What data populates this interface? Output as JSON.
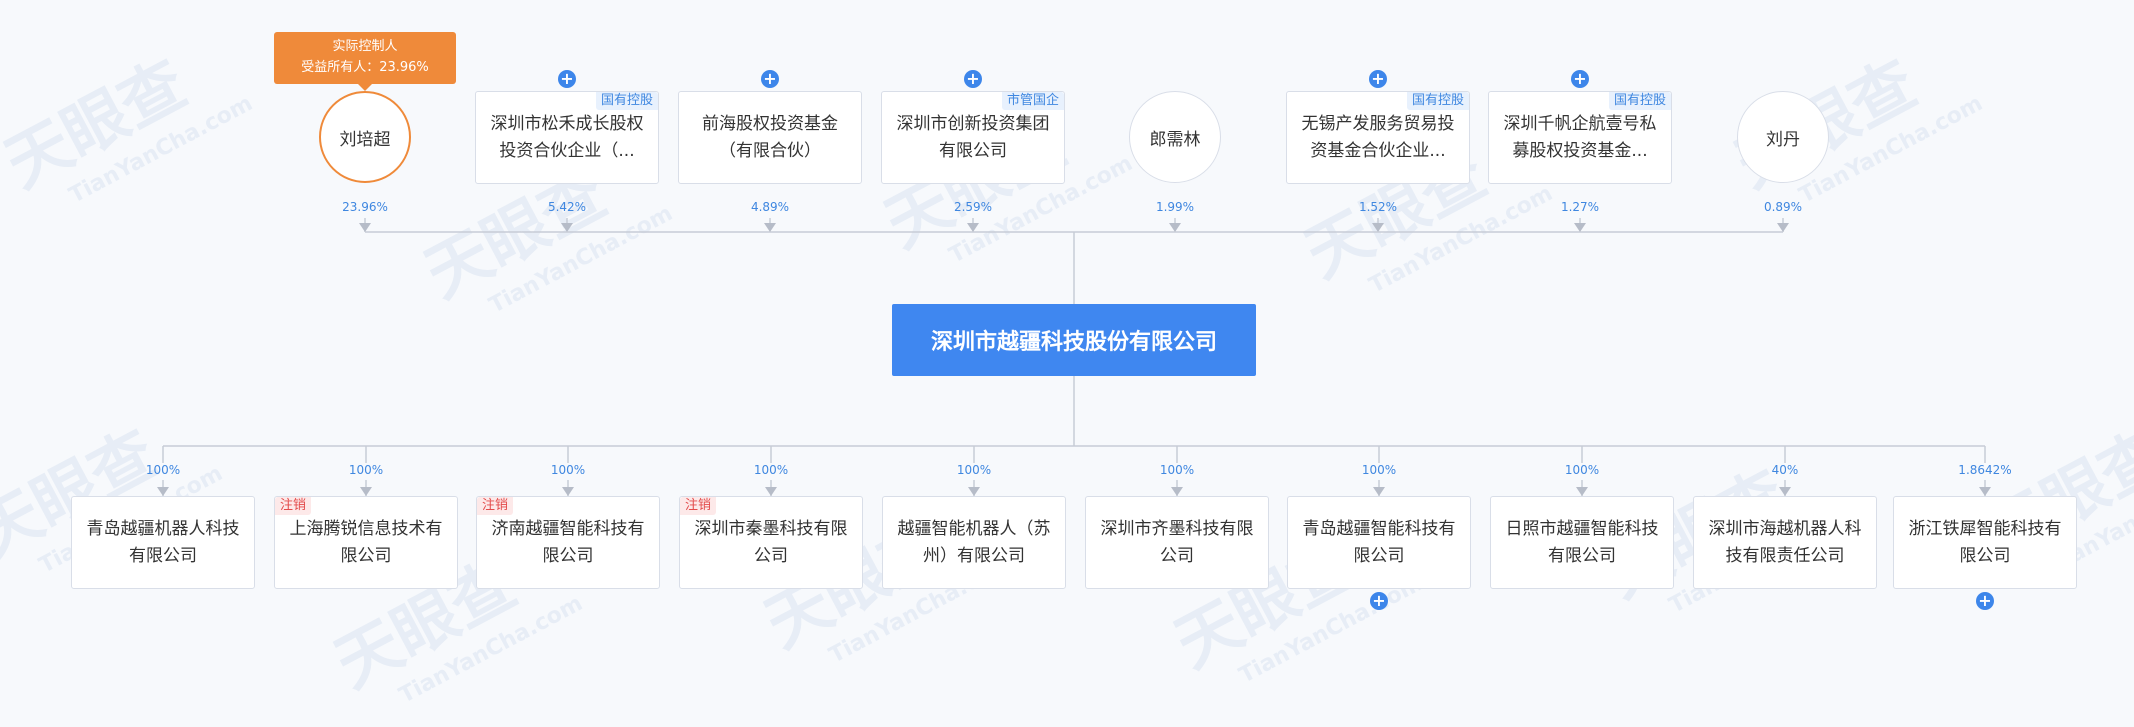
{
  "watermark": {
    "brand": "天眼查",
    "latin": "TianYanCha.com"
  },
  "controller_badge": {
    "line1": "实际控制人",
    "line2": "受益所有人：23.96%"
  },
  "company": {
    "name": "深圳市越疆科技股份有限公司"
  },
  "shareholders": [
    {
      "name": "刘培超",
      "kind": "person",
      "percent": "23.96%",
      "controller": true
    },
    {
      "name": "深圳市松禾成长股权投资合伙企业（...",
      "kind": "org",
      "tag": "国有控股",
      "percent": "5.42%",
      "expand": true
    },
    {
      "name": "前海股权投资基金（有限合伙）",
      "kind": "org",
      "percent": "4.89%",
      "expand": true
    },
    {
      "name": "深圳市创新投资集团有限公司",
      "kind": "org",
      "tag": "市管国企",
      "percent": "2.59%",
      "expand": true
    },
    {
      "name": "郎需林",
      "kind": "person",
      "percent": "1.99%"
    },
    {
      "name": "无锡产发服务贸易投资基金合伙企业...",
      "kind": "org",
      "tag": "国有控股",
      "percent": "1.52%",
      "expand": true
    },
    {
      "name": "深圳千帆企航壹号私募股权投资基金...",
      "kind": "org",
      "tag": "国有控股",
      "percent": "1.27%",
      "expand": true
    },
    {
      "name": "刘丹",
      "kind": "person",
      "percent": "0.89%"
    }
  ],
  "subsidiaries": [
    {
      "name": "青岛越疆机器人科技有限公司",
      "percent": "100%"
    },
    {
      "name": "上海腾锐信息技术有限公司",
      "percent": "100%",
      "status": "注销"
    },
    {
      "name": "济南越疆智能科技有限公司",
      "percent": "100%",
      "status": "注销"
    },
    {
      "name": "深圳市秦墨科技有限公司",
      "percent": "100%",
      "status": "注销"
    },
    {
      "name": "越疆智能机器人（苏州）有限公司",
      "percent": "100%"
    },
    {
      "name": "深圳市齐墨科技有限公司",
      "percent": "100%"
    },
    {
      "name": "青岛越疆智能科技有限公司",
      "percent": "100%",
      "expand": true
    },
    {
      "name": "日照市越疆智能科技有限公司",
      "percent": "100%"
    },
    {
      "name": "深圳市海越机器人科技有限责任公司",
      "percent": "40%"
    },
    {
      "name": "浙江铁犀智能科技有限公司",
      "percent": "1.8642%",
      "expand": true
    }
  ],
  "colors": {
    "accent": "#3f87f0",
    "controller": "#ef8a3a",
    "line": "#c7ccd6",
    "tag_state": "#3f87e0",
    "tag_cancel": "#e34b4b"
  },
  "icons": {
    "expand": "plus-circle-icon",
    "arrow": "arrow-down-icon"
  }
}
